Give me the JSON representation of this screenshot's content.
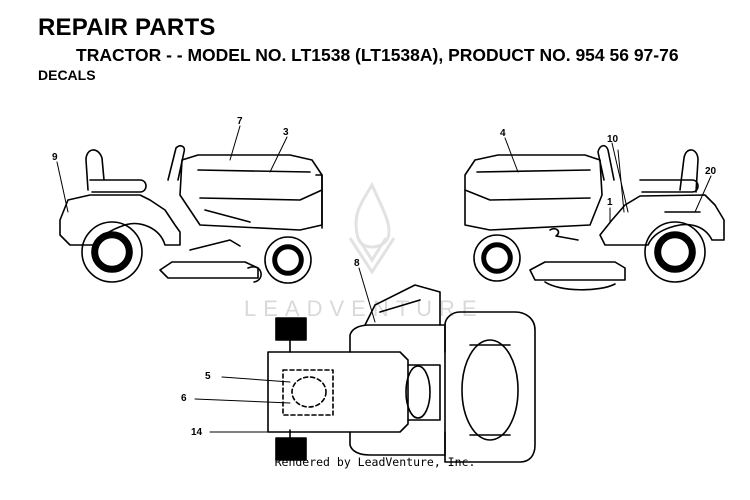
{
  "header": {
    "title": "REPAIR PARTS",
    "subtitle": "TRACTOR - - MODEL NO. LT1538 (LT1538A), PRODUCT NO. 954 56 97-76",
    "section": "DECALS"
  },
  "watermark": {
    "text": "LEADVENTURE"
  },
  "callouts": [
    "7",
    "3",
    "9",
    "4",
    "10",
    "20",
    "1",
    "8",
    "5",
    "6",
    "14"
  ],
  "footer": {
    "credit": "Rendered by LeadVenture, Inc."
  }
}
